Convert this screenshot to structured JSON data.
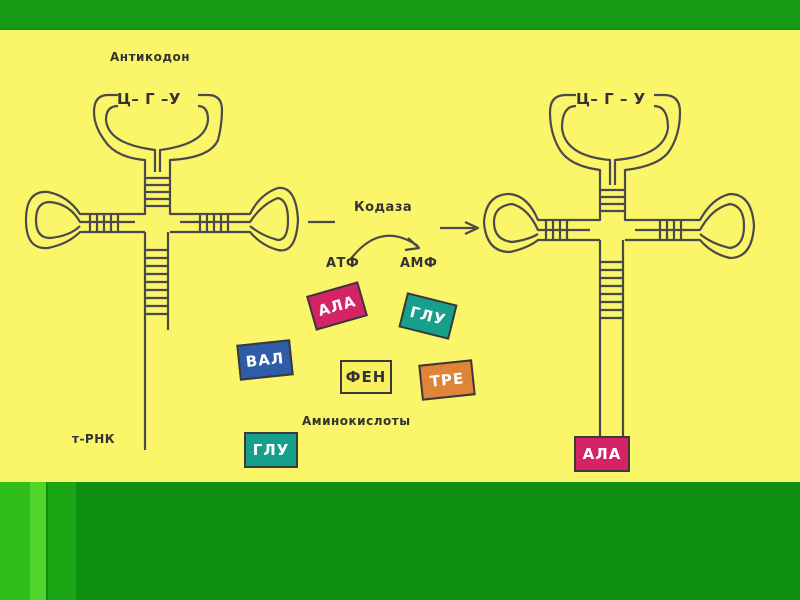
{
  "labels": {
    "anticodon": "Антикодон",
    "codon_left": "Ц– Г –У",
    "codon_right": "Ц– Г – У",
    "enzyme": "Кодаза",
    "atp": "АТФ",
    "amp": "АМФ",
    "amino_acids": "Аминокислоты",
    "trna": "т-РНК"
  },
  "amino_acids": [
    {
      "label": "АЛА",
      "color": "#d42466"
    },
    {
      "label": "ГЛУ",
      "color": "#16a08c"
    },
    {
      "label": "ВАЛ",
      "color": "#2e5ca8"
    },
    {
      "label": "ФЕН",
      "color": "#f7ef5c"
    },
    {
      "label": "ТРЕ",
      "color": "#e0843a"
    },
    {
      "label": "ГЛУ",
      "color": "#16a08c"
    }
  ],
  "attached_amino_acid": {
    "label": "АЛА",
    "color": "#d42466"
  },
  "colors": {
    "background_green": "#0f8f0f",
    "panel_yellow": "#fbf56a",
    "line": "#4a4a4a"
  }
}
